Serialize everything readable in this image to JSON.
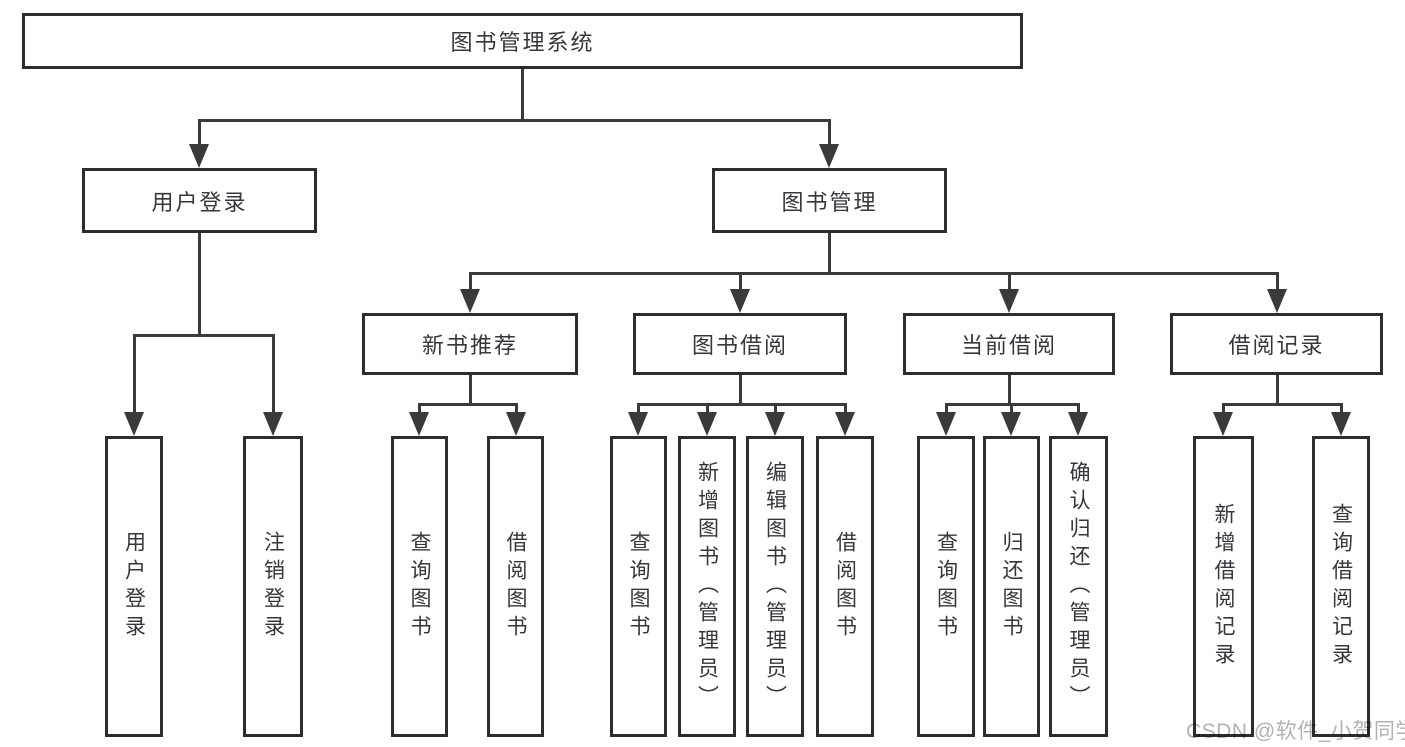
{
  "diagram": {
    "root": {
      "label": "图书管理系统"
    },
    "level1": [
      {
        "id": "user-login",
        "label": "用户登录",
        "parent": "图书管理系统"
      },
      {
        "id": "book-management",
        "label": "图书管理",
        "parent": "图书管理系统"
      }
    ],
    "level2": [
      {
        "id": "new-book-recommend",
        "label": "新书推荐",
        "parent": "图书管理"
      },
      {
        "id": "book-borrowing",
        "label": "图书借阅",
        "parent": "图书管理"
      },
      {
        "id": "current-borrowing",
        "label": "当前借阅",
        "parent": "图书管理"
      },
      {
        "id": "borrowing-records",
        "label": "借阅记录",
        "parent": "图书管理"
      }
    ],
    "leaves": [
      {
        "label": "用户登录",
        "parent": "用户登录"
      },
      {
        "label": "注销登录",
        "parent": "用户登录"
      },
      {
        "label": "查询图书",
        "parent": "新书推荐"
      },
      {
        "label": "借阅图书",
        "parent": "新书推荐"
      },
      {
        "label": "查询图书",
        "parent": "图书借阅"
      },
      {
        "label": "新增图书（管理员）",
        "parent": "图书借阅"
      },
      {
        "label": "编辑图书（管理员）",
        "parent": "图书借阅"
      },
      {
        "label": "借阅图书",
        "parent": "图书借阅"
      },
      {
        "label": "查询图书",
        "parent": "当前借阅"
      },
      {
        "label": "归还图书",
        "parent": "当前借阅"
      },
      {
        "label": "确认归还（管理员）",
        "parent": "当前借阅"
      },
      {
        "label": "新增借阅记录",
        "parent": "借阅记录"
      },
      {
        "label": "查询借阅记录",
        "parent": "借阅记录"
      }
    ],
    "watermark": "CSDN @软件_小贺同学",
    "colors": {
      "border": "#2d2d2d",
      "line": "#3a3a3a",
      "text": "#34373c",
      "watermark": "#b2b2b2",
      "background": "#ffffff"
    }
  }
}
